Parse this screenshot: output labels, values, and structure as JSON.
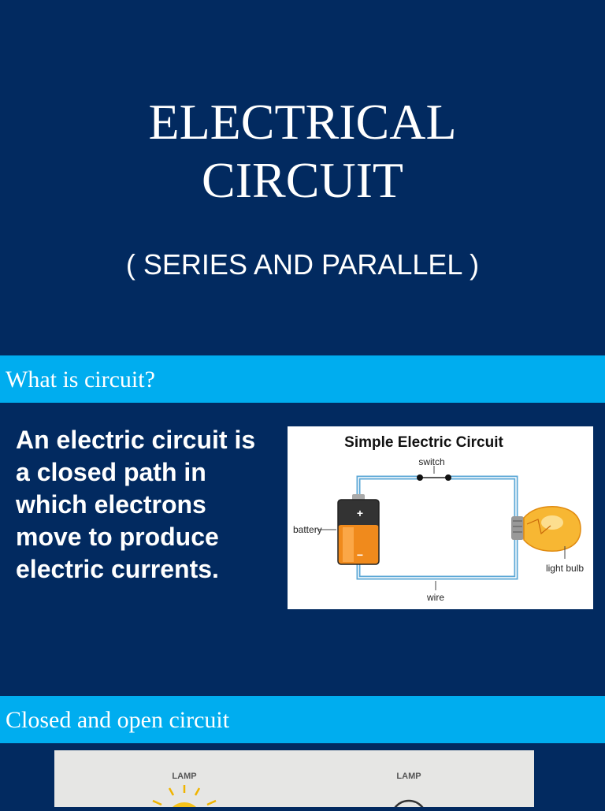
{
  "title_slide": {
    "title_line1": "ELECTRICAL",
    "title_line2": "CIRCUIT",
    "subtitle": "( SERIES AND PARALLEL )"
  },
  "section1": {
    "heading": "What is circuit?",
    "body": "An electric circuit is a closed path in which electrons move to produce electric currents.",
    "diagram": {
      "title": "Simple Electric Circuit",
      "switch_label": "switch",
      "battery_label": "battery",
      "bulb_label": "light bulb",
      "wire_label": "wire",
      "plus_sign": "+",
      "minus_sign": "−"
    }
  },
  "section2": {
    "heading": "Closed and open circuit",
    "diagram": {
      "lamp_label_left": "LAMP",
      "lamp_label_right": "LAMP"
    }
  },
  "colors": {
    "background": "#022a60",
    "band": "#00adef",
    "wire": "#5ba7d6"
  }
}
